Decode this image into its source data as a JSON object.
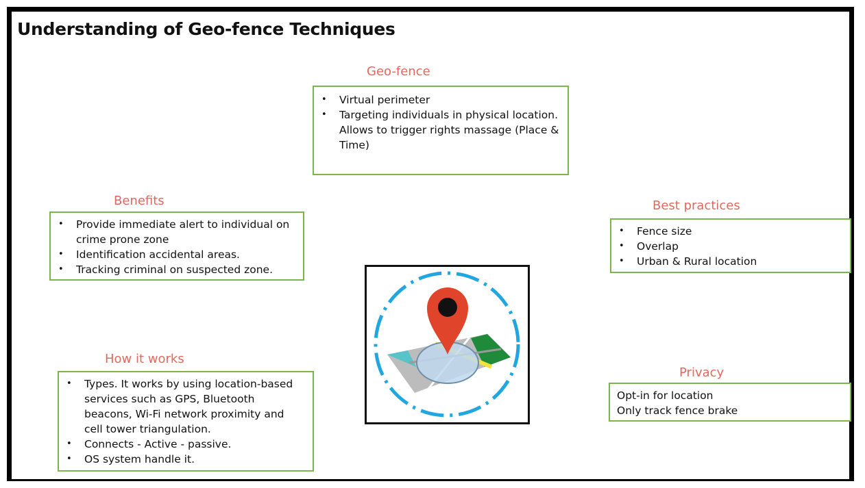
{
  "title": "Understanding of Geo-fence Techniques",
  "geofence": {
    "heading": "Geo-fence",
    "items": [
      "Virtual perimeter",
      "Targeting individuals in physical location. Allows to trigger rights massage (Place & Time)"
    ]
  },
  "benefits": {
    "heading": "Benefits",
    "items": [
      "Provide immediate alert to individual on crime prone zone",
      "Identification accidental areas.",
      "Tracking criminal on suspected zone."
    ]
  },
  "best_practices": {
    "heading": "Best practices",
    "items": [
      "Fence size",
      "Overlap",
      "Urban & Rural location"
    ]
  },
  "how_it_works": {
    "heading": "How it works",
    "items": [
      "Types. It works by using location-based services such as GPS, Bluetooth beacons, Wi-Fi network proximity and cell tower triangulation.",
      "Connects - Active - passive.",
      "OS system handle it."
    ]
  },
  "privacy": {
    "heading": "Privacy",
    "lines": [
      "Opt-in for location",
      "Only track fence brake"
    ]
  },
  "geofence_icon": {
    "icon": "geofence-map-pin-icon",
    "colors": {
      "dashed_circle": "#22a6e0",
      "pin": "#e0452b",
      "pin_dot": "#111111",
      "fence_circle": "#bfd9ee",
      "map_base": "#bcbcbc",
      "map_green": "#1f8a3a",
      "map_yellow": "#f1e23c",
      "map_teal": "#58c4c9"
    }
  },
  "colors": {
    "heading": "#e0685f",
    "box_border": "#7ab648",
    "frame": "#000000"
  }
}
